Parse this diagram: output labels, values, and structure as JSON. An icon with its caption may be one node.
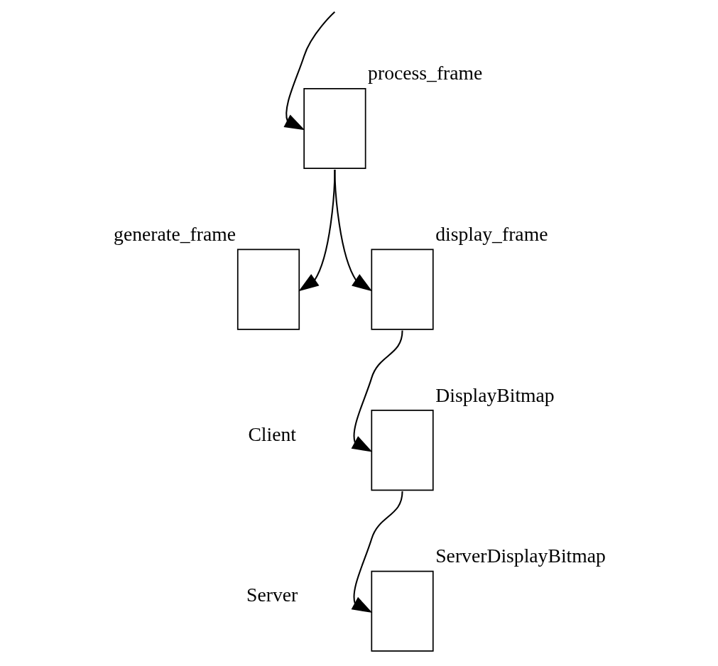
{
  "diagram": {
    "nodes": [
      {
        "text": [
          "process_frame"
        ]
      },
      {
        "text": [
          "generate_frame"
        ]
      },
      {
        "text": [
          "display_frame"
        ]
      },
      {
        "text": [
          "DisplayBitmap"
        ]
      },
      {
        "text": [
          "ServerDisplayBitmap"
        ]
      }
    ],
    "edges": [
      {
        "from": null,
        "to": 0,
        "arrow": "to"
      },
      {
        "from": 0,
        "to": 1,
        "arrow": "to"
      },
      {
        "from": 0,
        "to": 2,
        "arrow": "to"
      },
      {
        "from": 2,
        "to": 3,
        "arrow": "to"
      },
      {
        "from": 3,
        "to": 4,
        "arrow": "to"
      }
    ],
    "labels": [
      "Client",
      "Server"
    ]
  }
}
